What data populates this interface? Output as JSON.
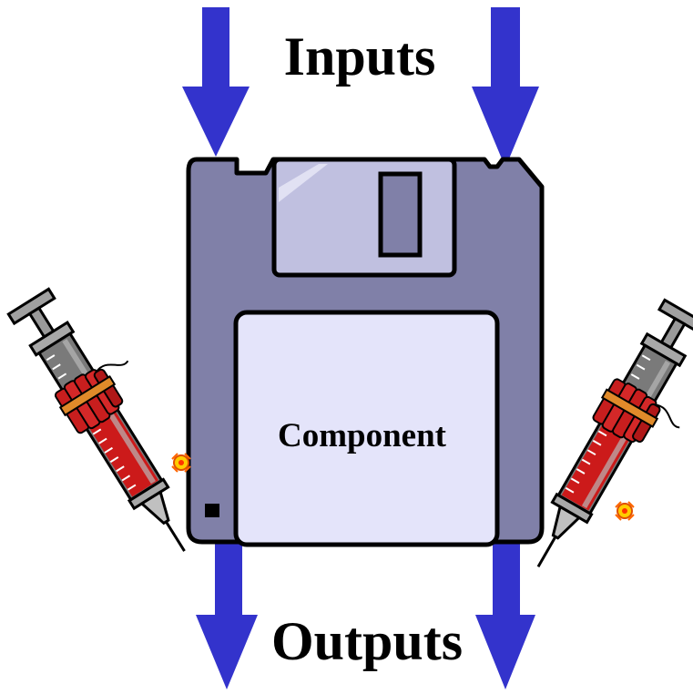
{
  "inputs_label": "Inputs",
  "outputs_label": "Outputs",
  "component_label": "Component",
  "icons": {
    "component": "floppy-disk-icon",
    "injector_left": "syringe-with-dynamite-icon",
    "injector_right": "syringe-with-dynamite-icon",
    "input_arrows": "down-arrow-icon",
    "output_arrows": "down-arrow-icon"
  },
  "colors": {
    "arrow": "#3333cc",
    "disk_body": "#8080a8",
    "disk_shutter": "#c0c0e0",
    "disk_label": "#e4e4fa",
    "syringe_fill": "#cc1a1a",
    "dynamite": "#c81e1e",
    "outline": "#000000"
  }
}
